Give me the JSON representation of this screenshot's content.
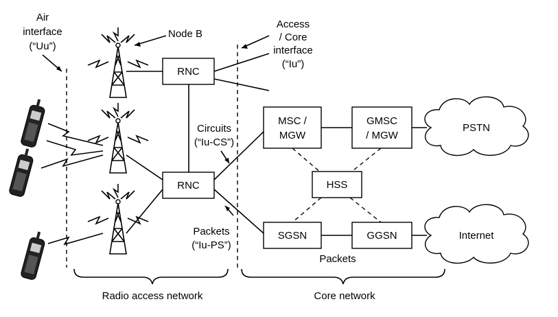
{
  "labels": {
    "air_line1": "Air",
    "air_line2": "interface",
    "air_line3": "(“Uu”)",
    "node_b": "Node B",
    "access_line1": "Access",
    "access_line2": "/ Core",
    "access_line3": "interface",
    "access_line4": "(“Iu”)",
    "circuits_line1": "Circuits",
    "circuits_line2": "(“Iu-CS”)",
    "packets_iu_line1": "Packets",
    "packets_iu_line2": "(“Iu-PS”)",
    "packets_core": "Packets",
    "radio_access_network": "Radio access network",
    "core_network": "Core network"
  },
  "nodes": {
    "rnc_top": "RNC",
    "rnc_bottom": "RNC",
    "msc_line1": "MSC /",
    "msc_line2": "MGW",
    "gmsc_line1": "GMSC",
    "gmsc_line2": "/ MGW",
    "hss": "HSS",
    "sgsn": "SGSN",
    "ggsn": "GGSN",
    "pstn": "PSTN",
    "internet": "Internet"
  }
}
